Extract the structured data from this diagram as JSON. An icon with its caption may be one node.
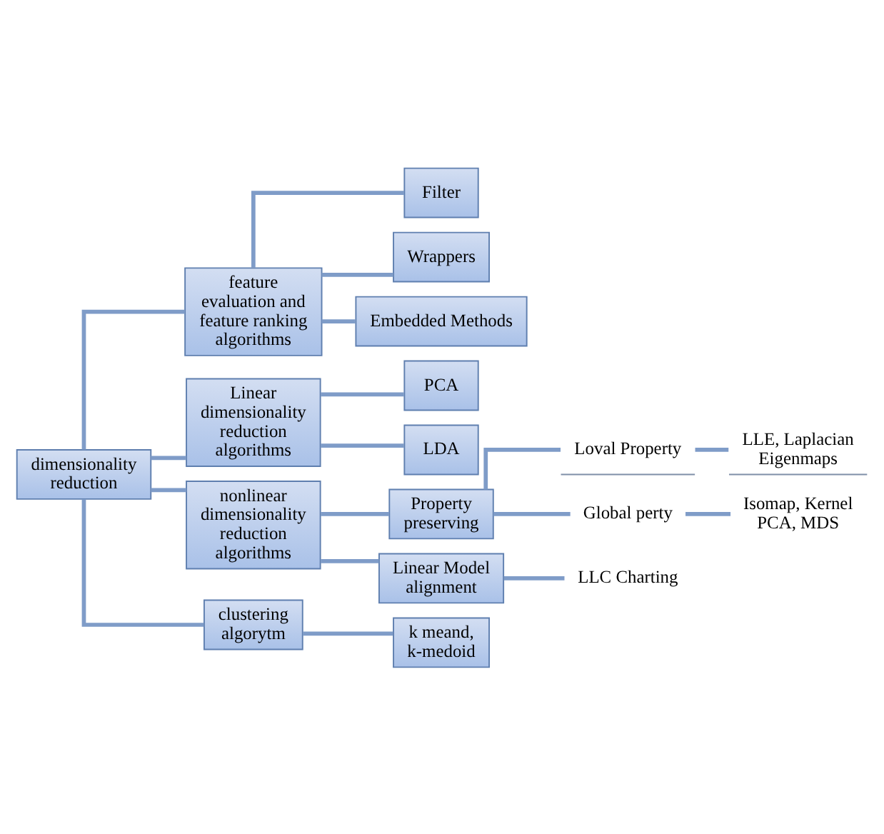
{
  "diagram": {
    "nodes": [
      {
        "text": [
          "dimensionality reduction"
        ]
      },
      {
        "text": [
          "feature evaluation and feature ranking algorithms"
        ]
      },
      {
        "text": [
          "Filter"
        ]
      },
      {
        "text": [
          "Wrappers"
        ]
      },
      {
        "text": [
          "Embedded Methods"
        ]
      },
      {
        "text": [
          "Linear dimensionality reduction algorithms"
        ]
      },
      {
        "text": [
          "PCA"
        ]
      },
      {
        "text": [
          "LDA"
        ]
      },
      {
        "text": [
          "nonlinear dimensionality reduction algorithms"
        ]
      },
      {
        "text": [
          "Property preserving"
        ]
      },
      {
        "text": [
          "Loval Property"
        ]
      },
      {
        "text": [
          "LLE, Laplacian Eigenmaps"
        ]
      },
      {
        "text": [
          "Global perty"
        ]
      },
      {
        "text": [
          "Isomap, Kernel PCA, MDS"
        ]
      },
      {
        "text": [
          "Linear Model alignment"
        ]
      },
      {
        "text": [
          "LLC Charting"
        ]
      },
      {
        "text": [
          "clustering algorytm"
        ]
      },
      {
        "text": [
          "k meand, k-medoid"
        ]
      }
    ],
    "edges": [
      {
        "from": 0,
        "to": 1,
        "arrow": "none"
      },
      {
        "from": 0,
        "to": 5,
        "arrow": "none"
      },
      {
        "from": 0,
        "to": 8,
        "arrow": "none"
      },
      {
        "from": 0,
        "to": 16,
        "arrow": "none"
      },
      {
        "from": 1,
        "to": 2,
        "arrow": "none"
      },
      {
        "from": 1,
        "to": 3,
        "arrow": "none"
      },
      {
        "from": 1,
        "to": 4,
        "arrow": "none"
      },
      {
        "from": 5,
        "to": 6,
        "arrow": "none"
      },
      {
        "from": 5,
        "to": 7,
        "arrow": "none"
      },
      {
        "from": 8,
        "to": 9,
        "arrow": "none"
      },
      {
        "from": 8,
        "to": 14,
        "arrow": "none"
      },
      {
        "from": 9,
        "to": 10,
        "arrow": "none"
      },
      {
        "from": 9,
        "to": 12,
        "arrow": "none"
      },
      {
        "from": 10,
        "to": 11,
        "arrow": "none"
      },
      {
        "from": 12,
        "to": 13,
        "arrow": "none"
      },
      {
        "from": 14,
        "to": 15,
        "arrow": "none"
      },
      {
        "from": 16,
        "to": 17,
        "arrow": "none"
      }
    ]
  }
}
